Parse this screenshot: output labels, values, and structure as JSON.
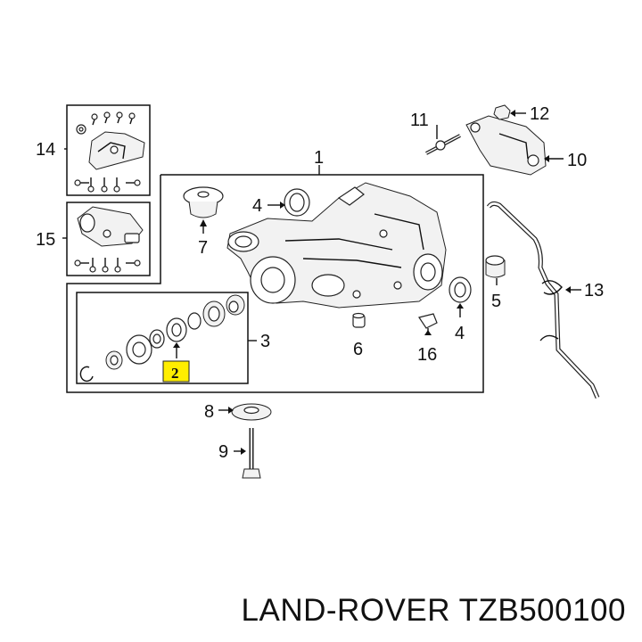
{
  "diagram": {
    "callouts": {
      "c1": "1",
      "c2": "2",
      "c3": "3",
      "c4a": "4",
      "c4b": "4",
      "c5": "5",
      "c6": "6",
      "c7": "7",
      "c8": "8",
      "c9": "9",
      "c10": "10",
      "c11": "11",
      "c12": "12",
      "c13": "13",
      "c14": "14",
      "c15": "15",
      "c16": "16"
    },
    "highlight_color": "#ffee00"
  },
  "footer": {
    "part_label": "LAND-ROVER TZB500100"
  }
}
